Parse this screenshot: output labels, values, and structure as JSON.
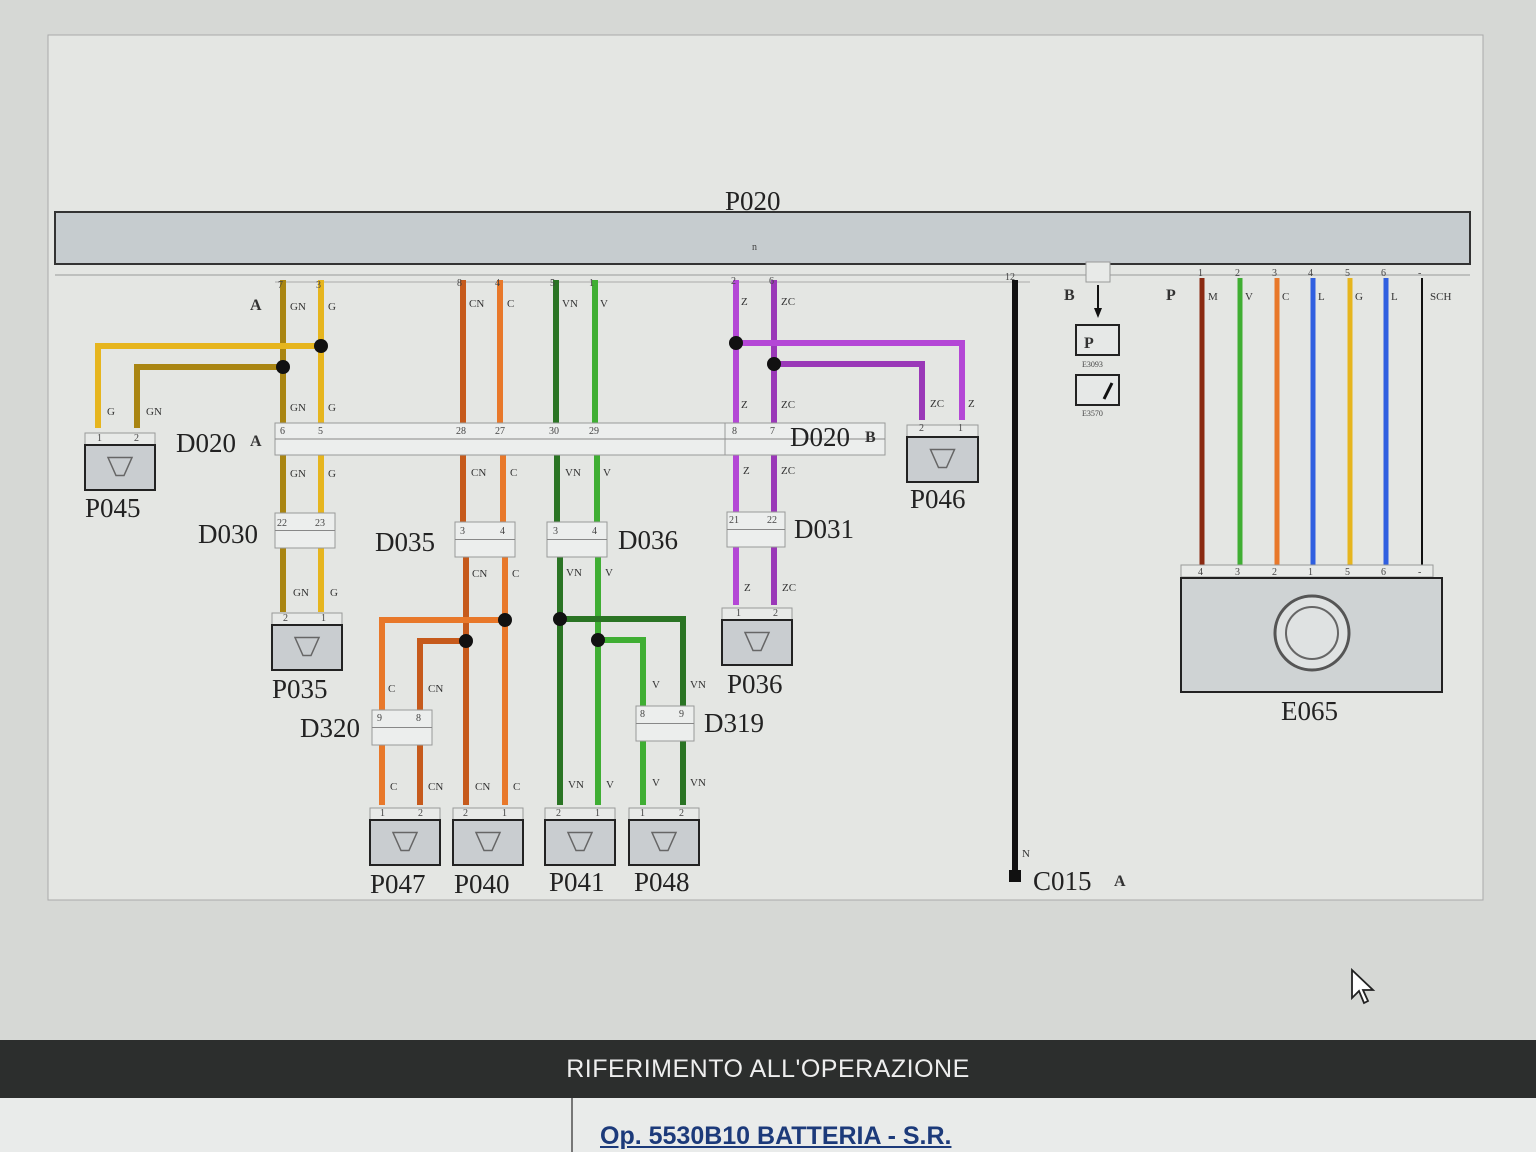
{
  "harness": {
    "title": "P020",
    "mark": "n"
  },
  "connectors": [
    "P045",
    "P035",
    "P047",
    "P040",
    "P041",
    "P048",
    "P036",
    "P046",
    "E065",
    "C015"
  ],
  "splices": [
    "D020",
    "D030",
    "D035",
    "D036",
    "D031",
    "D320",
    "D319",
    "D020"
  ],
  "tags": [
    "A",
    "A",
    "B",
    "A",
    "B",
    "P"
  ],
  "wire_codes": {
    "yellow": [
      "GN",
      "G",
      "G",
      "GN",
      "GN",
      "G",
      "GN",
      "G",
      "GN",
      "G"
    ],
    "orange": [
      "CN",
      "C",
      "CN",
      "C",
      "CN",
      "C",
      "C",
      "CN",
      "C",
      "CN",
      "CN",
      "C"
    ],
    "green": [
      "VN",
      "V",
      "VN",
      "V",
      "VN",
      "V",
      "V",
      "VN",
      "VN",
      "V",
      "V",
      "VN"
    ],
    "purple": [
      "Z",
      "ZC",
      "Z",
      "ZC",
      "ZC",
      "Z",
      "Z",
      "ZC",
      "Z",
      "ZC"
    ],
    "right": [
      "M",
      "V",
      "C",
      "L",
      "G",
      "L",
      "SCH",
      "N"
    ]
  },
  "pins": {
    "harness_top": [
      "7",
      "3",
      "8",
      "4",
      "5",
      "1",
      "2",
      "6",
      "12"
    ],
    "d020": [
      "6",
      "5",
      "28",
      "27",
      "30",
      "29",
      "8",
      "7"
    ],
    "d030": [
      "22",
      "23"
    ],
    "d035": [
      "3",
      "4"
    ],
    "d036": [
      "3",
      "4"
    ],
    "d031": [
      "21",
      "22"
    ],
    "d320": [
      "9",
      "8"
    ],
    "d319": [
      "8",
      "9"
    ],
    "p045": [
      "1",
      "2"
    ],
    "p035": [
      "2",
      "1"
    ],
    "p047": [
      "1",
      "2"
    ],
    "p040": [
      "2",
      "1"
    ],
    "p041": [
      "2",
      "1"
    ],
    "p048": [
      "1",
      "2"
    ],
    "p036": [
      "1",
      "2"
    ],
    "p046": [
      "2",
      "1"
    ],
    "e065_top": [
      "1",
      "2",
      "3",
      "4",
      "5",
      "6",
      "-"
    ],
    "e065_bottom": [
      "4",
      "3",
      "2",
      "1",
      "5",
      "6",
      "-"
    ]
  },
  "icons": {
    "sensor_1": "E3093",
    "sensor_2": "E3570"
  },
  "colors": {
    "G": "#e6b51e",
    "GN": "#a98512",
    "C": "#e8782a",
    "CN": "#c65a1c",
    "V": "#3fae33",
    "VN": "#2a7424",
    "Z": "#b447d6",
    "ZC": "#9a38b8",
    "M": "#8a2a12",
    "L": "#2f5fe0",
    "N": "#111111"
  },
  "footer": {
    "heading": "RIFERIMENTO ALL'OPERAZIONE",
    "operation": "Op. 5530B10 BATTERIA - S.R."
  }
}
